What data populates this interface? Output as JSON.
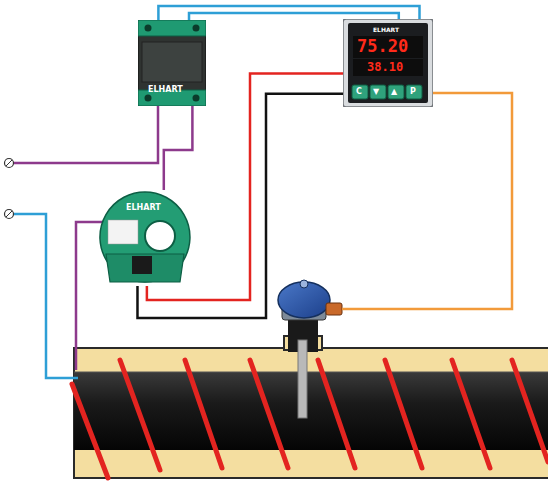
{
  "diagram": {
    "nodes": [
      {
        "text": [
          "ELHART"
        ]
      },
      {
        "text": [
          "ELHART",
          "75.20",
          "38.10"
        ]
      },
      {
        "text": [
          "ELHART"
        ]
      }
    ],
    "edges": [
      {
        "from": 0,
        "to": 1,
        "arrow": "none"
      },
      {
        "from": 0,
        "to": 1,
        "arrow": "none"
      },
      {
        "from": 0,
        "to": 2,
        "arrow": "none"
      },
      {
        "from": 1,
        "to": 2,
        "arrow": "none"
      },
      {
        "from": 1,
        "to": 2,
        "arrow": "none"
      }
    ],
    "labels": [
      "C",
      "▼",
      "▲",
      "P"
    ]
  }
}
